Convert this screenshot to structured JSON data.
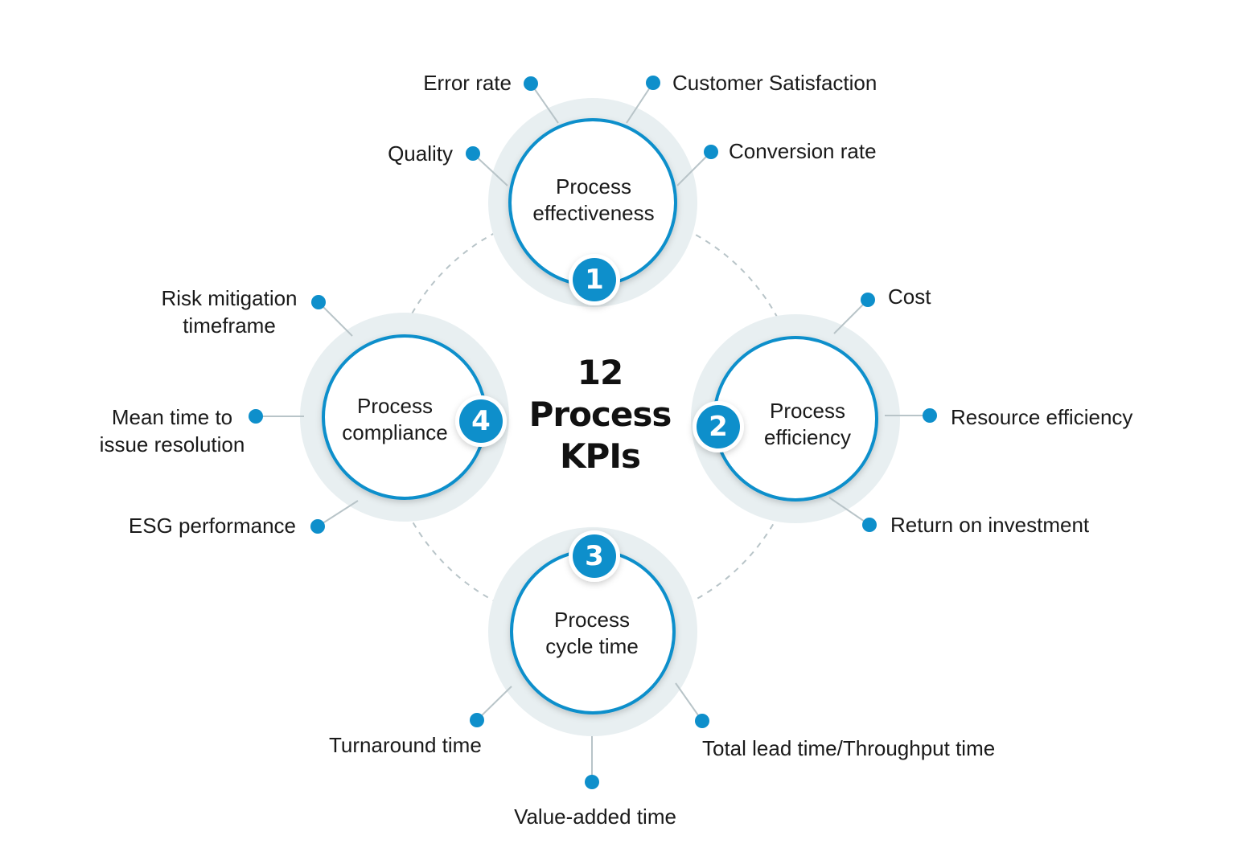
{
  "center_title": {
    "line1": "12",
    "line2": "Process",
    "line3": "KPIs"
  },
  "colors": {
    "accent": "#0e8fcb",
    "halo": "#e7eef0",
    "connector": "#b8c4c8",
    "text": "#1a1a1a"
  },
  "categories": [
    {
      "number": "1",
      "title_line1": "Process",
      "title_line2": "effectiveness",
      "kpis": [
        "Error rate",
        "Customer Satisfaction",
        "Quality",
        "Conversion rate"
      ]
    },
    {
      "number": "2",
      "title_line1": "Process",
      "title_line2": "efficiency",
      "kpis": [
        "Cost",
        "Resource efficiency",
        "Return on investment"
      ]
    },
    {
      "number": "3",
      "title_line1": "Process",
      "title_line2": "cycle time",
      "kpis": [
        "Turnaround time",
        "Total lead time/Throughput time",
        "Value-added time"
      ]
    },
    {
      "number": "4",
      "title_line1": "Process",
      "title_line2": "compliance",
      "kpis": [
        "Risk mitigation",
        "timeframe",
        "Mean time to",
        "issue resolution",
        "ESG performance"
      ]
    }
  ]
}
